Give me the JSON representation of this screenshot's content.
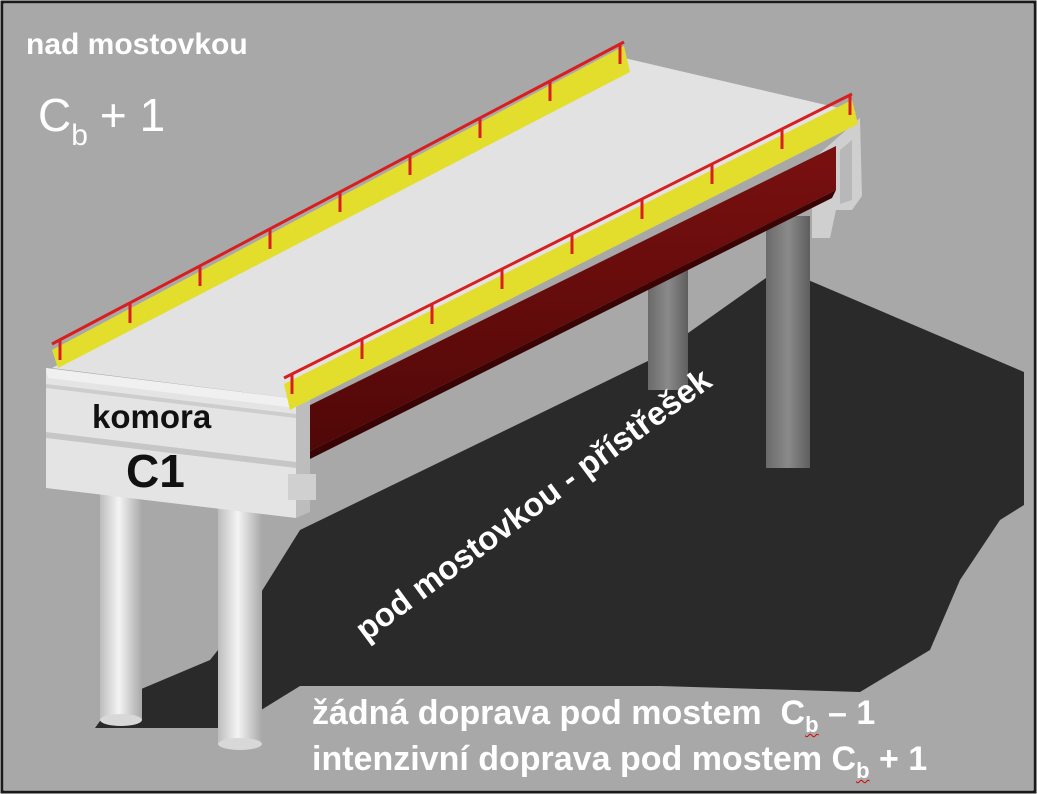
{
  "labels": {
    "above_deck": "nad mostovkou",
    "above_deck_class": {
      "base": "C",
      "sub": "b",
      "suffix": "+ 1"
    },
    "chamber_word": "komora",
    "chamber_id": "C1",
    "below_deck": "pod mostovkou - přístřešek",
    "traffic_none": {
      "text": "žádná doprava pod mostem",
      "base": "C",
      "sub": "b",
      "suffix": "– 1"
    },
    "traffic_intense": {
      "text": "intenzivní doprava pod mostem",
      "base": "C",
      "sub": "b",
      "suffix": "+ 1"
    }
  },
  "colors": {
    "background": "#a8a8a8",
    "shadow": "#2a2a2a",
    "deck": "#e2e2e2",
    "girder": "#6b0b0b",
    "barrier": "#e3de2c",
    "railing": "#d81e1e",
    "pier": "#767676",
    "column": "#d8d8d8"
  }
}
